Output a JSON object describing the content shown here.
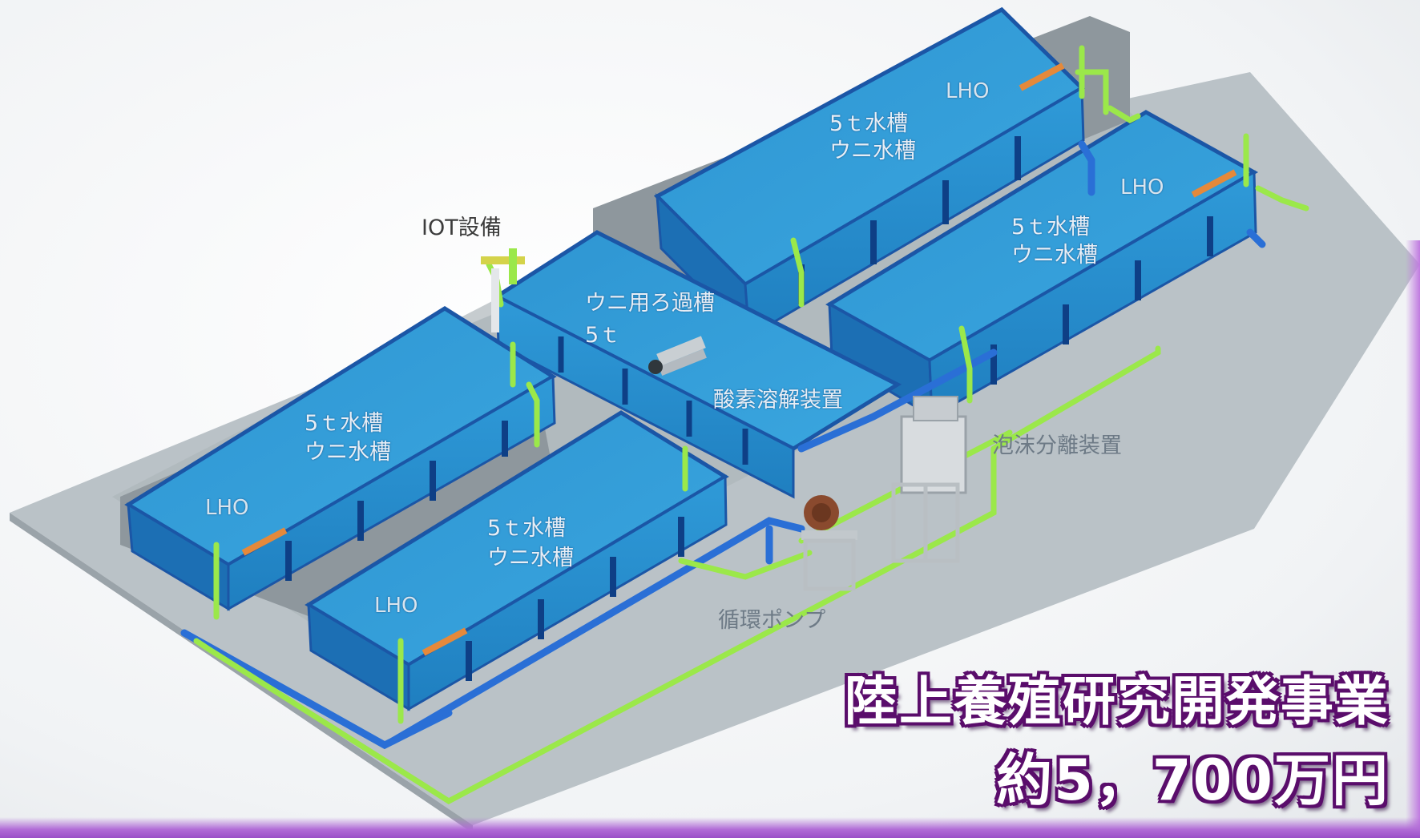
{
  "labels": {
    "tank_top_right": {
      "lho": "LHO",
      "line1": "5ｔ水槽",
      "line2": "ウニ水槽"
    },
    "tank_mid_right": {
      "lho": "LHO",
      "line1": "5ｔ水槽",
      "line2": "ウニ水槽"
    },
    "tank_left": {
      "lho": "LHO",
      "line1": "5ｔ水槽",
      "line2": "ウニ水槽"
    },
    "tank_front": {
      "lho": "LHO",
      "line1": "5ｔ水槽",
      "line2": "ウニ水槽"
    },
    "filter_tank": {
      "line1": "ウニ用ろ過槽",
      "line2": "5ｔ"
    },
    "iot": "IOT設備",
    "oxygen": "酸素溶解装置",
    "foam": "泡沫分離装置",
    "pump": "循環ポンプ"
  },
  "headline": {
    "title": "陸上養殖研究開発事業",
    "amount": "約5，700万円"
  },
  "colors": {
    "tank_blue": "#2a8fd0",
    "tank_edge": "#1b56a6",
    "pipe_green": "#9be84a",
    "pipe_blue": "#2a6fd6",
    "floor": "#b9c0c5",
    "title_outline": "#5a0d6b"
  }
}
